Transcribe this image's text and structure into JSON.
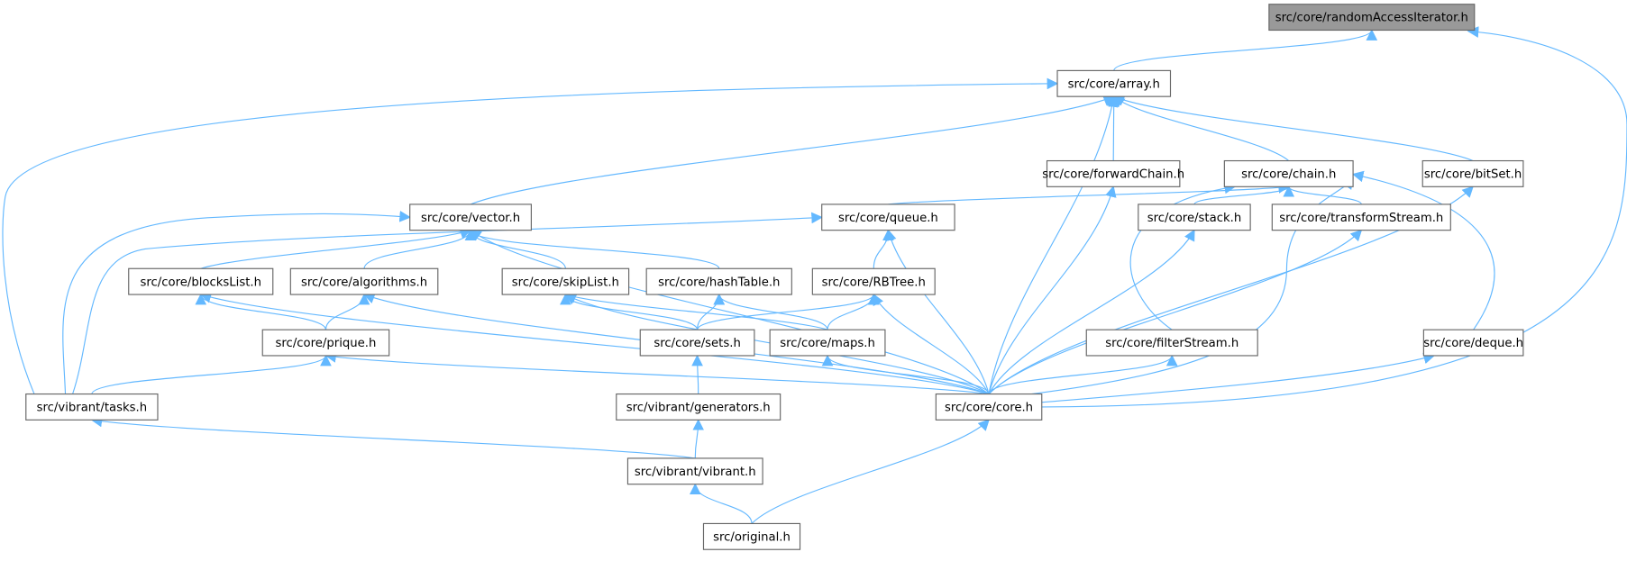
{
  "graph": {
    "root": "randomAccessIterator",
    "edge_color": "#63b8ff",
    "root_fill": "#999999",
    "nodes": {
      "randomAccessIterator": "src/core/randomAccessIterator.h",
      "array": "src/core/array.h",
      "forwardChain": "src/core/forwardChain.h",
      "chain": "src/core/chain.h",
      "bitSet": "src/core/bitSet.h",
      "vector": "src/core/vector.h",
      "queue": "src/core/queue.h",
      "stack": "src/core/stack.h",
      "transformStream": "src/core/transformStream.h",
      "blocksList": "src/core/blocksList.h",
      "algorithms": "src/core/algorithms.h",
      "skipList": "src/core/skipList.h",
      "hashTable": "src/core/hashTable.h",
      "RBTree": "src/core/RBTree.h",
      "prique": "src/core/prique.h",
      "sets": "src/core/sets.h",
      "maps": "src/core/maps.h",
      "filterStream": "src/core/filterStream.h",
      "deque": "src/core/deque.h",
      "tasks": "src/vibrant/tasks.h",
      "core": "src/core/core.h",
      "generators": "src/vibrant/generators.h",
      "vibrant": "src/vibrant/vibrant.h",
      "original": "src/original.h"
    },
    "edges": [
      [
        "array",
        "randomAccessIterator"
      ],
      [
        "core",
        "randomAccessIterator"
      ],
      [
        "tasks",
        "array"
      ],
      [
        "vector",
        "array"
      ],
      [
        "core",
        "array"
      ],
      [
        "forwardChain",
        "array"
      ],
      [
        "chain",
        "array"
      ],
      [
        "bitSet",
        "array"
      ],
      [
        "queue",
        "chain"
      ],
      [
        "stack",
        "chain"
      ],
      [
        "transformStream",
        "chain"
      ],
      [
        "filterStream",
        "chain"
      ],
      [
        "core",
        "chain"
      ],
      [
        "deque",
        "chain"
      ],
      [
        "core",
        "forwardChain"
      ],
      [
        "core",
        "bitSet"
      ],
      [
        "tasks",
        "vector"
      ],
      [
        "blocksList",
        "vector"
      ],
      [
        "algorithms",
        "vector"
      ],
      [
        "skipList",
        "vector"
      ],
      [
        "hashTable",
        "vector"
      ],
      [
        "core",
        "vector"
      ],
      [
        "tasks",
        "queue"
      ],
      [
        "RBTree",
        "queue"
      ],
      [
        "core",
        "queue"
      ],
      [
        "core",
        "stack"
      ],
      [
        "core",
        "transformStream"
      ],
      [
        "prique",
        "blocksList"
      ],
      [
        "core",
        "blocksList"
      ],
      [
        "prique",
        "algorithms"
      ],
      [
        "core",
        "algorithms"
      ],
      [
        "sets",
        "skipList"
      ],
      [
        "maps",
        "skipList"
      ],
      [
        "core",
        "skipList"
      ],
      [
        "sets",
        "hashTable"
      ],
      [
        "maps",
        "hashTable"
      ],
      [
        "sets",
        "RBTree"
      ],
      [
        "maps",
        "RBTree"
      ],
      [
        "core",
        "RBTree"
      ],
      [
        "tasks",
        "prique"
      ],
      [
        "core",
        "prique"
      ],
      [
        "generators",
        "sets"
      ],
      [
        "core",
        "maps"
      ],
      [
        "core",
        "filterStream"
      ],
      [
        "core",
        "deque"
      ],
      [
        "vibrant",
        "tasks"
      ],
      [
        "vibrant",
        "generators"
      ],
      [
        "original",
        "core"
      ],
      [
        "original",
        "vibrant"
      ]
    ]
  }
}
